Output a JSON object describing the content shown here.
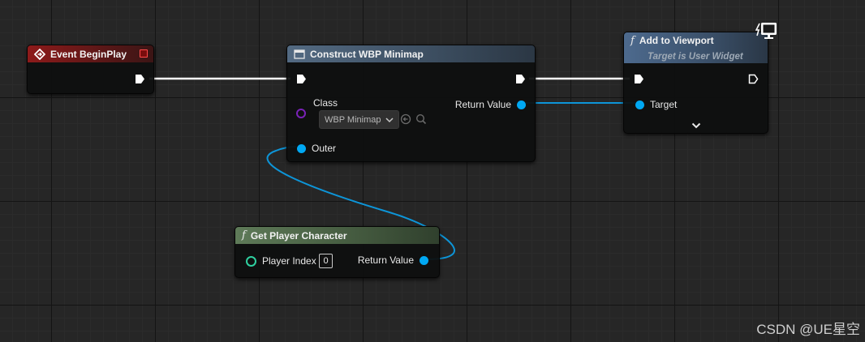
{
  "canvas": {
    "title": "Blueprint Event Graph"
  },
  "nodes": {
    "event_begin_play": {
      "title": "Event BeginPlay",
      "header_color": "#8e1a1a"
    },
    "construct_widget": {
      "title": "Construct WBP Minimap",
      "pins": {
        "class_label": "Class",
        "class_value": "WBP Minimap",
        "outer_label": "Outer",
        "return_label": "Return Value"
      }
    },
    "add_to_viewport": {
      "title": "Add to Viewport",
      "subtitle": "Target is User Widget",
      "pins": {
        "target_label": "Target"
      }
    },
    "get_player_character": {
      "title": "Get Player Character",
      "pins": {
        "player_index_label": "Player Index",
        "player_index_value": "0",
        "return_label": "Return Value"
      }
    }
  },
  "colors": {
    "exec_wire": "#ffffff",
    "object_pin": "#00a8f3",
    "int_pin": "#2fd0a0",
    "class_pin": "#7a22b8",
    "event_header": "#8e1a1a",
    "function_header": "#4d6a8e",
    "pure_header": "#5e7a58"
  },
  "icons": {
    "event": "event-diamond-icon",
    "construct": "widget-icon",
    "function": "function-f-icon",
    "delegate": "delegate-square-icon",
    "expand": "chevron-down-icon",
    "browse": "browse-arrow-icon",
    "search": "search-icon",
    "client_only": "monitor-icon"
  },
  "watermark": "CSDN @UE星空"
}
